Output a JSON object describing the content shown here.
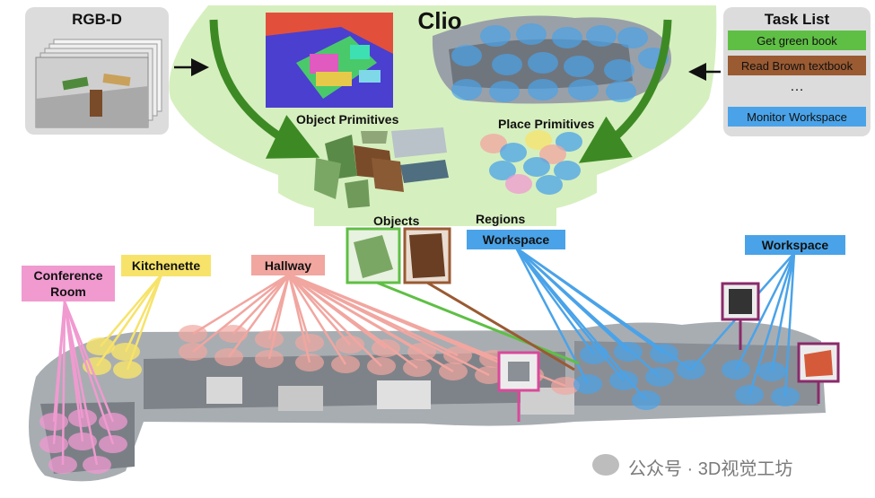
{
  "title": "Clio",
  "rgbd": {
    "title": "RGB-D"
  },
  "task_list": {
    "title": "Task List",
    "tasks": [
      {
        "label": "Get green book",
        "color": "#5fbf45"
      },
      {
        "label": "Read Brown textbook",
        "color": "#9a5a32"
      },
      {
        "label": "…",
        "color": ""
      },
      {
        "label": "Monitor Workspace",
        "color": "#4aa3e8"
      }
    ]
  },
  "primitives": {
    "object": "Object Primitives",
    "place": "Place Primitives"
  },
  "outputs": {
    "objects": "Objects",
    "regions": "Regions"
  },
  "regions": {
    "conference_room": "Conference Room",
    "kitchenette": "Kitchenette",
    "hallway": "Hallway",
    "workspace_center": "Workspace",
    "workspace_right": "Workspace"
  },
  "watermark": "公众号 · 3D视觉工坊",
  "colors": {
    "clio_bg": "#d6efbf",
    "clio_arrow": "#3d8a25",
    "conference": "#f09ad0",
    "kitchenette": "#f7e36a",
    "hallway": "#f1a6a0",
    "workspace": "#4aa3e8",
    "green_book": "#5fbf45",
    "brown_book": "#9a5a32",
    "magenta_obj": "#d94a9a",
    "purple_obj": "#8a2a6a"
  }
}
